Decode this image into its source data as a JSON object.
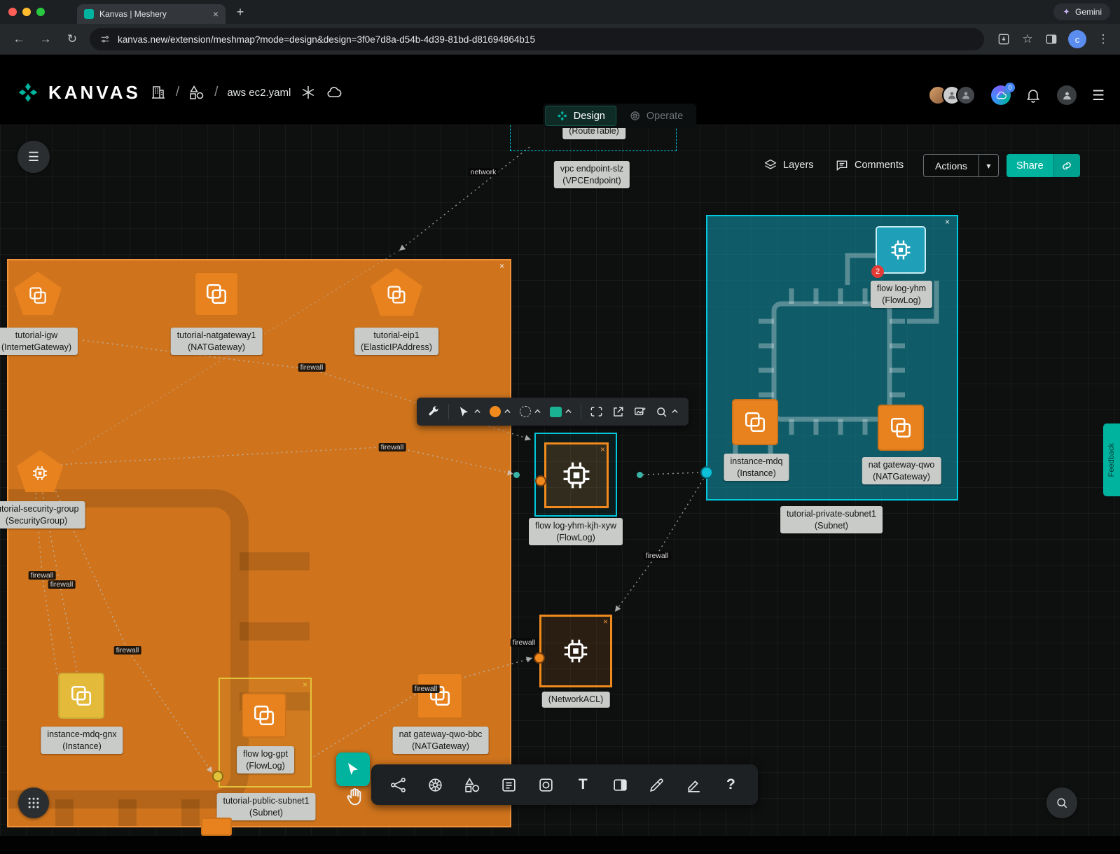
{
  "browser": {
    "tab_title": "Kanvas | Meshery",
    "url": "kanvas.new/extension/meshmap?mode=design&design=3f0e7d8a-d54b-4d39-81bd-d81694864b15",
    "gemini_label": "Gemini",
    "profile_initial": "c"
  },
  "header": {
    "logo_text": "KANVAS",
    "file_name": "aws ec2.yaml",
    "design_tab": "Design",
    "operate_tab": "Operate",
    "notification_badge": "0"
  },
  "topbar": {
    "layers_label": "Layers",
    "comments_label": "Comments",
    "actions_label": "Actions",
    "share_label": "Share"
  },
  "feedback_label": "Feedback",
  "nodes": {
    "route_table": {
      "line2": "(RouteTable)"
    },
    "vpc_endpoint": {
      "line1": "vpc endpoint-slz",
      "line2": "(VPCEndpoint)"
    },
    "igw": {
      "line1": "tutorial-igw",
      "line2": "(InternetGateway)"
    },
    "natgw1": {
      "line1": "tutorial-natgateway1",
      "line2": "(NATGateway)"
    },
    "eip1": {
      "line1": "tutorial-eip1",
      "line2": "(ElasticIPAddress)"
    },
    "secgroup": {
      "line1": "tutorial-security-group",
      "line2": "(SecurityGroup)"
    },
    "instance_gnx": {
      "line1": "instance-mdq-gnx",
      "line2": "(Instance)"
    },
    "flowlog_gpt": {
      "line1": "flow log-gpt",
      "line2": "(FlowLog)"
    },
    "public_subnet": {
      "line1": "tutorial-public-subnet1",
      "line2": "(Subnet)"
    },
    "natgw_bbc": {
      "line1": "nat gateway-qwo-bbc",
      "line2": "(NATGateway)"
    },
    "flowlog_sel": {
      "line1": "flow log-yhm-kjh-xyw",
      "line2": "(FlowLog)"
    },
    "network_acl": {
      "line2": "(NetworkACL)"
    },
    "flowlog_yhm": {
      "line1": "flow log-yhm",
      "line2": "(FlowLog)",
      "badge": "2"
    },
    "instance_mdq": {
      "line1": "instance-mdq",
      "line2": "(Instance)"
    },
    "natgw_qwo": {
      "line1": "nat gateway-qwo",
      "line2": "(NATGateway)"
    },
    "private_subnet": {
      "line1": "tutorial-private-subnet1",
      "line2": "(Subnet)"
    }
  },
  "edge_labels": {
    "network": "network",
    "firewall": "firewall"
  },
  "icons": {
    "close": "×",
    "plus": "+",
    "back": "←",
    "forward": "→",
    "reload": "↻",
    "star": "☆",
    "kebab": "⋮",
    "hamburger": "☰",
    "caret_down": "▾",
    "corner_x": "×",
    "slash": "/",
    "question_tool": "?",
    "text_tool": "T"
  },
  "colors": {
    "accent_green": "#00B39F",
    "node_orange": "#E8821E",
    "subnet_teal": "#00C9E0",
    "node_yellow": "#E3BA3A"
  }
}
